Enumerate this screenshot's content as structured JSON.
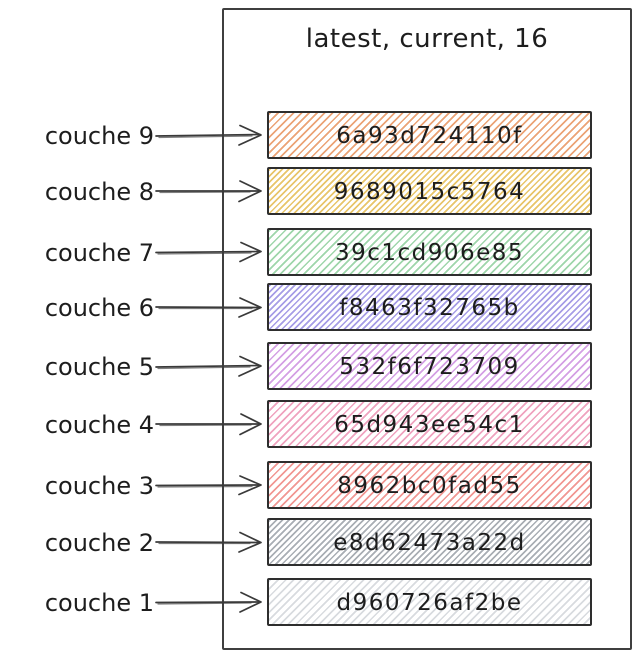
{
  "image": {
    "title": "latest, current, 16"
  },
  "layers": [
    {
      "label": "couche 9",
      "hash": "6a93d724110f",
      "color": "#eba376"
    },
    {
      "label": "couche 8",
      "hash": "9689015c5764",
      "color": "#e8c56a"
    },
    {
      "label": "couche 7",
      "hash": "39c1cd906e85",
      "color": "#9fd6ab"
    },
    {
      "label": "couche 6",
      "hash": "f8463f32765b",
      "color": "#a69de6"
    },
    {
      "label": "couche 5",
      "hash": "532f6f723709",
      "color": "#d4a0e4"
    },
    {
      "label": "couche 4",
      "hash": "65d943ee54c1",
      "color": "#efa3bf"
    },
    {
      "label": "couche 3",
      "hash": "8962bc0fad55",
      "color": "#f19793"
    },
    {
      "label": "couche 2",
      "hash": "e8d62473a22d",
      "color": "#a9aeb4"
    },
    {
      "label": "couche 1",
      "hash": "d960726af2be",
      "color": "#d8dbdf"
    }
  ]
}
